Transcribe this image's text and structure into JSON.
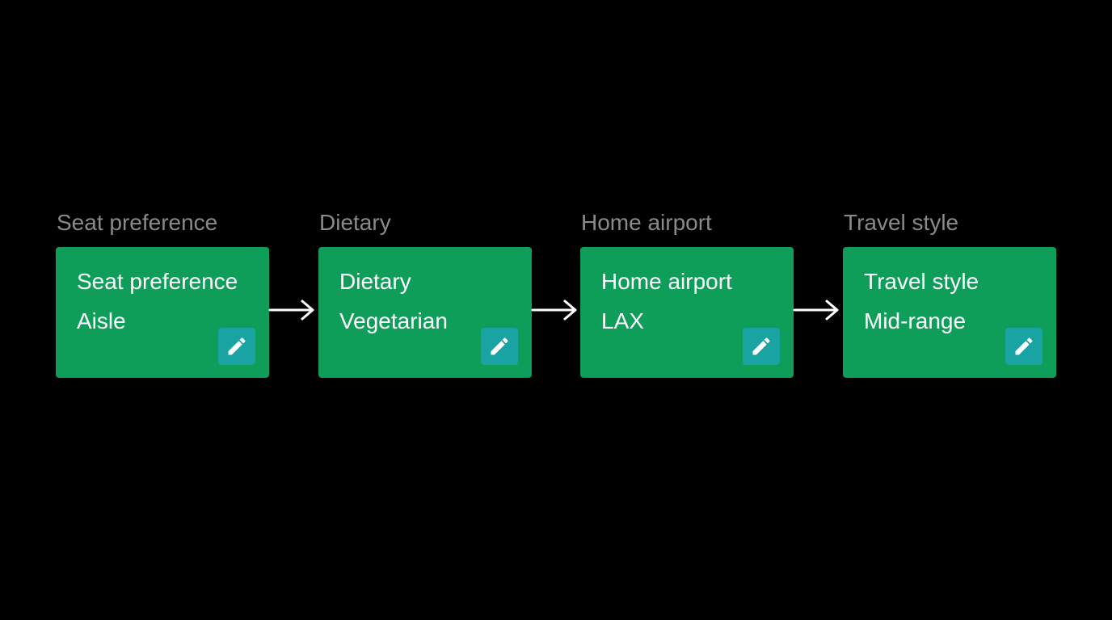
{
  "preferences": [
    {
      "label": "Seat preference",
      "title": "Seat preference",
      "value": "Aisle",
      "edit_icon": "pencil-icon"
    },
    {
      "label": "Dietary",
      "title": "Dietary",
      "value": "Vegetarian",
      "edit_icon": "pencil-icon"
    },
    {
      "label": "Home airport",
      "title": "Home airport",
      "value": "LAX",
      "edit_icon": "pencil-icon"
    },
    {
      "label": "Travel style",
      "title": "Travel style",
      "value": "Mid-range",
      "edit_icon": "pencil-icon"
    }
  ],
  "colors": {
    "background": "#000000",
    "card": "#0f9d5a",
    "edit_button": "#1aa3a3",
    "label_text": "#8a8a8a",
    "card_text": "#ffffff",
    "arrow": "#ffffff"
  },
  "connector_icon": "arrow-right-icon"
}
